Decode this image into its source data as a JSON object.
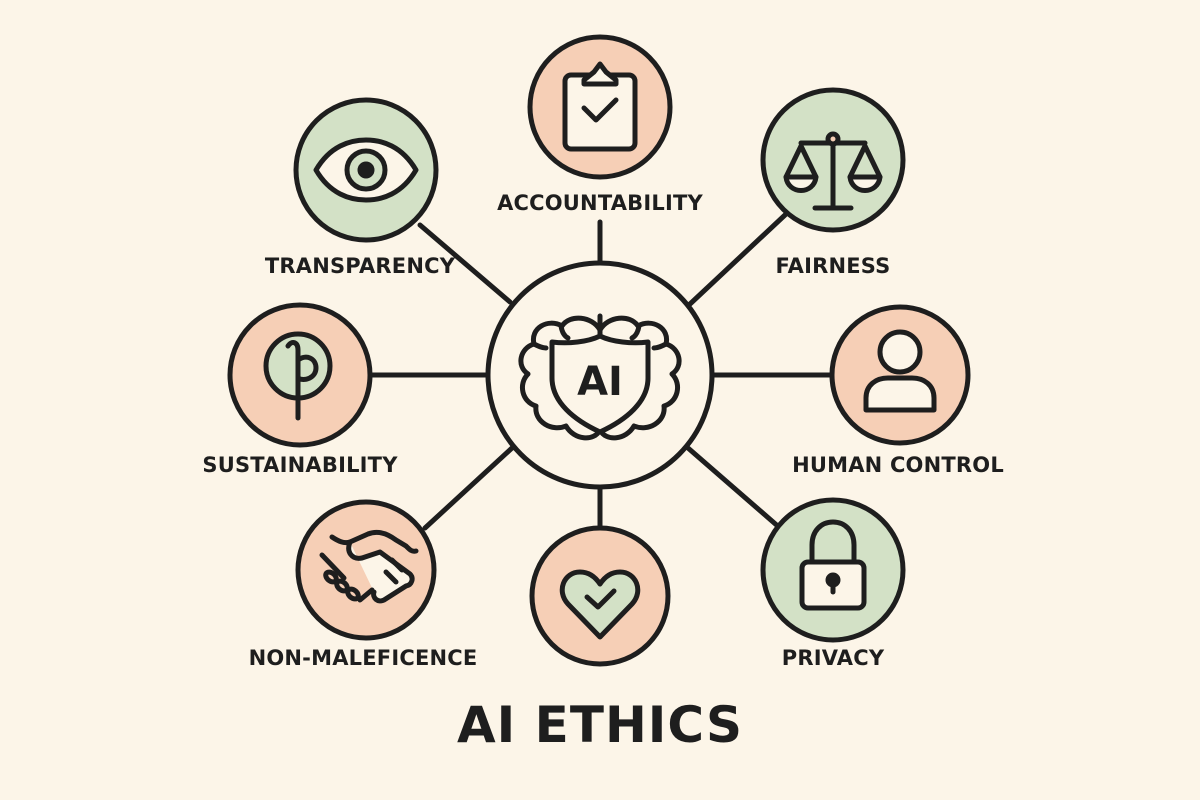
{
  "title": "AI ETHICS",
  "colors": {
    "background": "#fcf5e8",
    "stroke": "#1e1e1e",
    "peach": "#f6cfb6",
    "sage": "#d3e1c6",
    "icon_fill": "#fcf5e8"
  },
  "center": {
    "label": "AI",
    "icon": "brain-shield-icon"
  },
  "nodes": [
    {
      "id": "accountability",
      "label": "ACCOUNTABILITY",
      "icon": "clipboard-check-icon",
      "color": "peach"
    },
    {
      "id": "fairness",
      "label": "FAIRNESS",
      "icon": "balance-scale-icon",
      "color": "sage"
    },
    {
      "id": "human-control",
      "label": "HUMAN CONTROL",
      "icon": "person-icon",
      "color": "peach"
    },
    {
      "id": "privacy",
      "label": "PRIVACY",
      "icon": "padlock-icon",
      "color": "sage"
    },
    {
      "id": "wellbeing",
      "label": "",
      "icon": "heart-check-icon",
      "color": "peach"
    },
    {
      "id": "non-maleficence",
      "label": "NON-MALEFICENCE",
      "icon": "handshake-icon",
      "color": "peach"
    },
    {
      "id": "sustainability",
      "label": "SUSTAINABILITY",
      "icon": "sprout-icon",
      "color": "peach"
    },
    {
      "id": "transparency",
      "label": "TRANSPARENCY",
      "icon": "eye-icon",
      "color": "sage"
    }
  ]
}
